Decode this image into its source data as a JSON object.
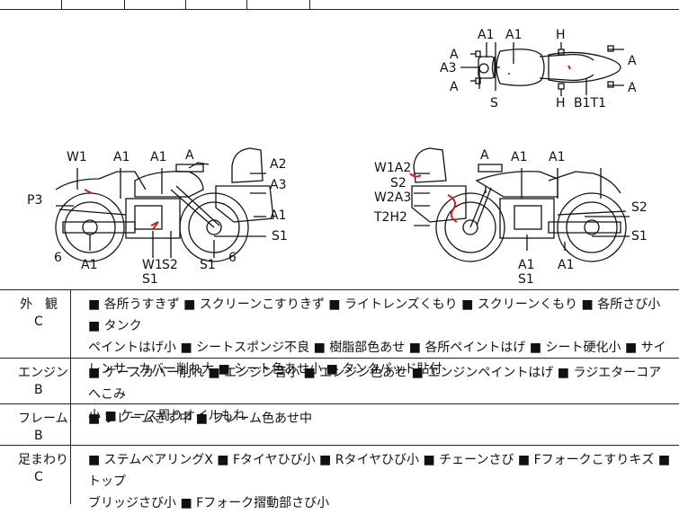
{
  "diagram": {
    "top_view_labels": [
      "A1",
      "A1",
      "H",
      "A",
      "A3",
      "A",
      "A",
      "S",
      "H",
      "B1T1",
      "A"
    ],
    "left_view_labels": [
      "W1",
      "A1",
      "A1",
      "A",
      "A2",
      "A3",
      "P3",
      "A1",
      "6",
      "A1",
      "W1",
      "S1",
      "S2",
      "S1",
      "6",
      "S1"
    ],
    "right_view_labels": [
      "A",
      "A1",
      "A1",
      "W1A2",
      "S2",
      "W2A3",
      "T2H2",
      "S2",
      "S1",
      "A1",
      "S1",
      "A1"
    ],
    "damage_color": "#cc1f1f"
  },
  "rows": [
    {
      "name": "外　観",
      "grade": "C",
      "lines": [
        "■ 各所うすきず ■ スクリーンこすりきず ■ ライトレンズくもり ■ スクリーンくもり ■ 各所さび小 ■ タンク",
        "ペイントはげ小 ■ シートスポンジ不良 ■ 樹脂部色あせ ■ 各所ペイントはげ ■ シート硬化小 ■ サイ",
        "レンサーカバー削れ大 ■ シート色あせ小 ■ タンクパッド貼付"
      ]
    },
    {
      "name": "エンジン",
      "grade": "B",
      "lines": [
        "■ ケースカバー削れ ■ エンジン音小 ■ エンジン色あせ ■ エンジンペイントはげ ■ ラジエターコアへこみ",
        "小 ■ ケース周りオイルもれ"
      ]
    },
    {
      "name": "フレーム",
      "grade": "B",
      "lines": [
        "■ フレームきず中 ■ フレーム色あせ中"
      ]
    },
    {
      "name": "足まわり",
      "grade": "C",
      "lines": [
        "■ ステムベアリングX ■ Fタイヤひび小 ■ Rタイヤひび小 ■ チェーンさび ■ Fフォークこすりキズ ■ トップ",
        "ブリッジさび小 ■ Fフォーク摺動部さび小"
      ]
    }
  ]
}
